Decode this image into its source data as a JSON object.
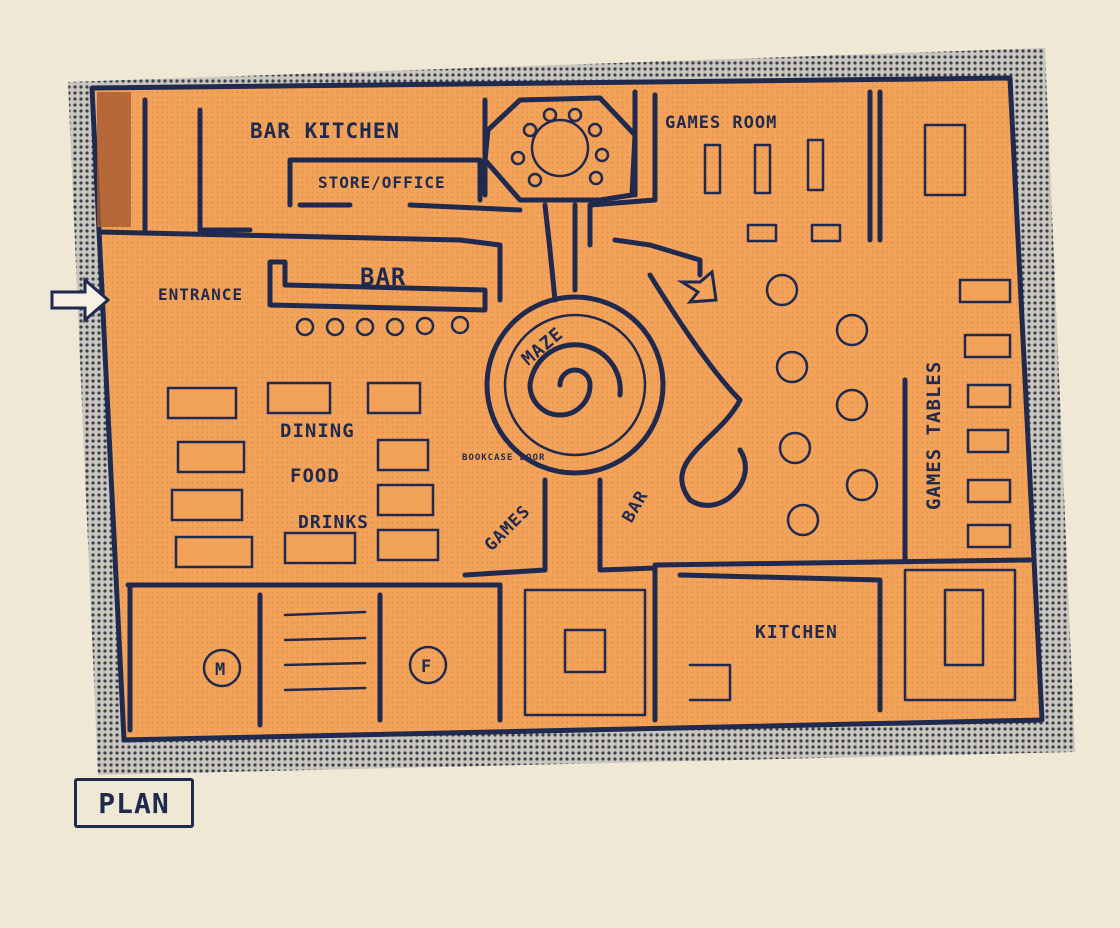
{
  "colors": {
    "paper": "#efe8d4",
    "floor": "#f3a25a",
    "ink": "#1f2a4e",
    "shadow": "#8a8a90"
  },
  "labels": {
    "bar_kitchen": "BAR KITCHEN",
    "store_office": "STORE/OFFICE",
    "games_room": "GAMES ROOM",
    "entrance": "ENTRANCE",
    "bar": "BAR",
    "maze": "MAZE",
    "dining": "DINING",
    "food": "FOOD",
    "drinks": "DRINKS",
    "bookcase_door": "BOOKCASE DOOR",
    "games": "GAMES",
    "bar_small": "BAR",
    "games_tables": "GAMES TABLES",
    "kitchen": "KITCHEN",
    "restroom_m": "M",
    "restroom_f": "F",
    "plan": "PLAN"
  },
  "icons": [
    "entrance-arrow-icon",
    "direction-arrow-icon"
  ]
}
